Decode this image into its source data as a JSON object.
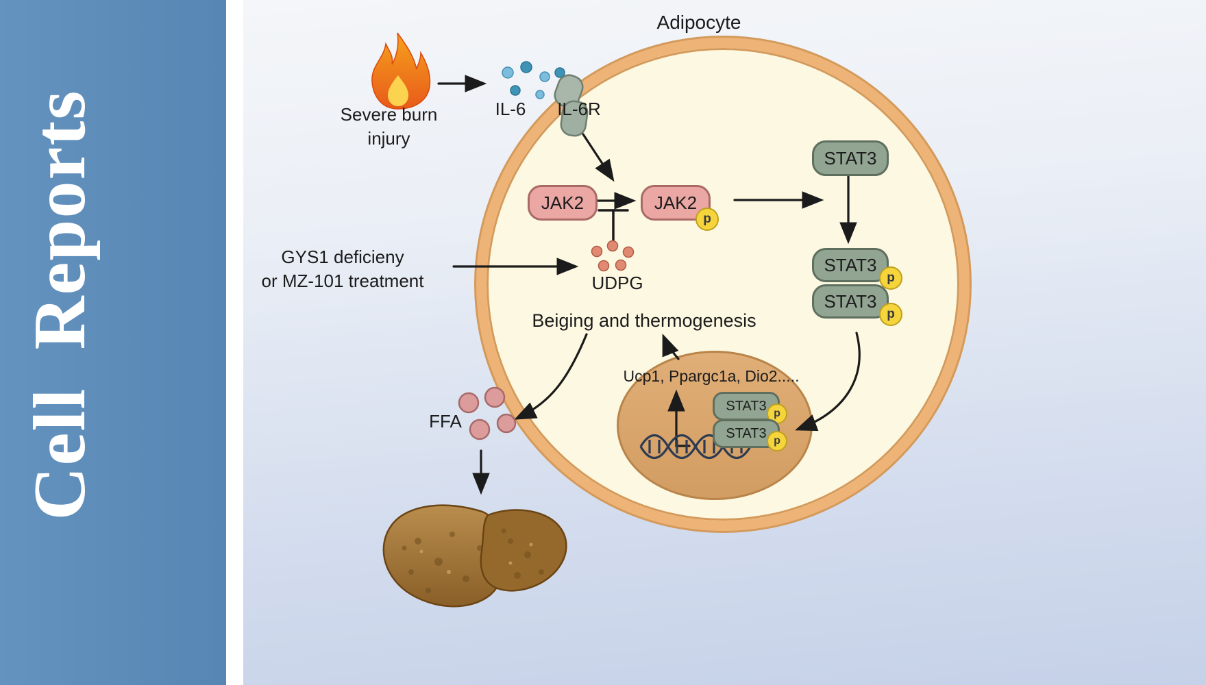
{
  "journal": {
    "name": "Cell Reports"
  },
  "labels": {
    "adipocyte": "Adipocyte",
    "severe_burn_1": "Severe burn",
    "severe_burn_2": "injury",
    "il6": "IL-6",
    "il6r": "IL-6R",
    "jak2": "JAK2",
    "stat3": "STAT3",
    "p": "p",
    "gys1_1": "GYS1 deficieny",
    "gys1_2": "or MZ-101 treatment",
    "udpg": "UDPG",
    "beiging": "Beiging and thermogenesis",
    "genes": "Ucp1, Ppargc1a, Dio2.....",
    "ffa": "FFA"
  },
  "colors": {
    "sidebar_blue": "#5d8bb8",
    "membrane_tan": "#eeb477",
    "cytoplasm_cream": "#fcf8e1",
    "nucleus_tan": "#d9a76f",
    "jak2_pink": "#eaa7a4",
    "stat3_sage": "#92a492",
    "phospho_yellow": "#f5d43c",
    "il6_blue": "#5ba6c9",
    "udpg_red": "#e08a74",
    "ffa_pink": "#dd9c9c",
    "background_top": "#f3f6fa",
    "background_bottom": "#c5d1e8"
  }
}
